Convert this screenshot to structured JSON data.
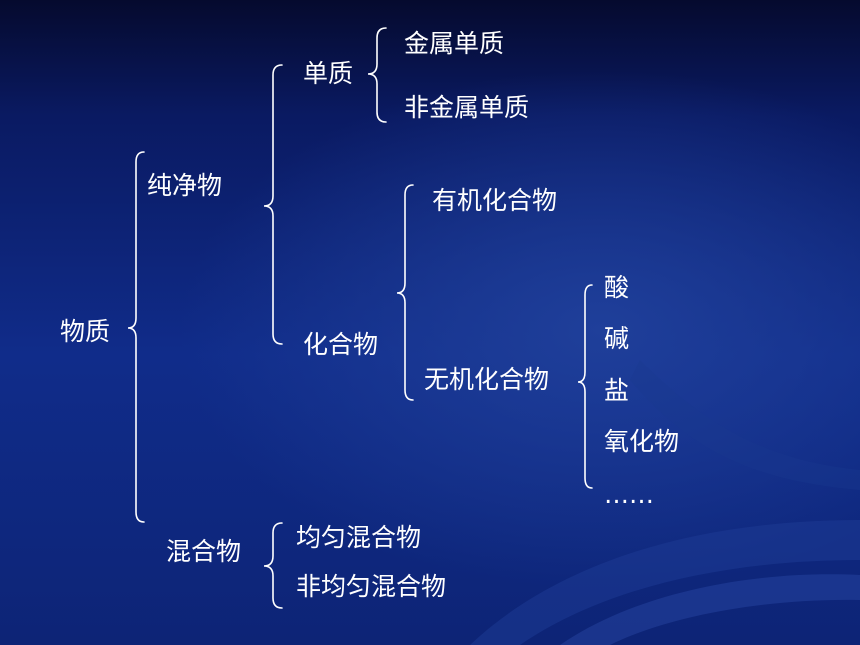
{
  "tree": {
    "root": "物质",
    "pure": "纯净物",
    "mixture": "混合物",
    "element": "单质",
    "metal": "金属单质",
    "nonmetal": "非金属单质",
    "compound": "化合物",
    "organic": "有机化合物",
    "inorganic": "无机化合物",
    "acid": "酸",
    "base": "碱",
    "salt": "盐",
    "oxide": "氧化物",
    "more": "……",
    "homogeneous": "均匀混合物",
    "heterogeneous": "非均匀混合物"
  },
  "colors": {
    "text": "#ffffff",
    "background": "#0f2a85"
  }
}
